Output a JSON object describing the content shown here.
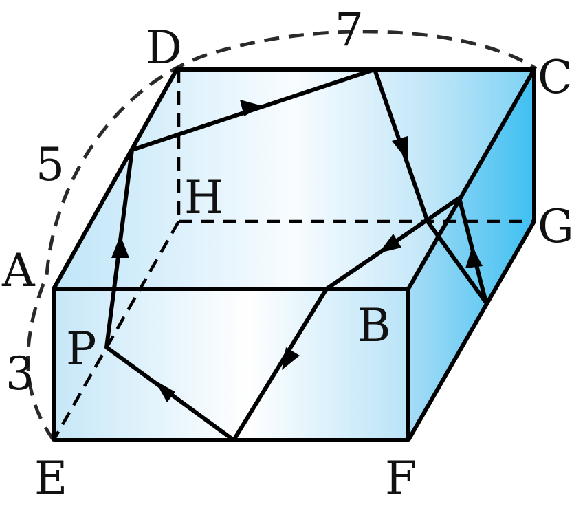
{
  "diagram": {
    "vertices": {
      "A": "A",
      "B": "B",
      "C": "C",
      "D": "D",
      "E": "E",
      "F": "F",
      "G": "G",
      "H": "H",
      "P": "P"
    },
    "edge_lengths": {
      "AD": "5",
      "DC": "7",
      "AE": "3"
    },
    "colors": {
      "fill_light": "#ffffff",
      "fill_mid": "#cbe9f8",
      "fill_dark": "#48c3f1",
      "stroke": "#000000"
    }
  }
}
